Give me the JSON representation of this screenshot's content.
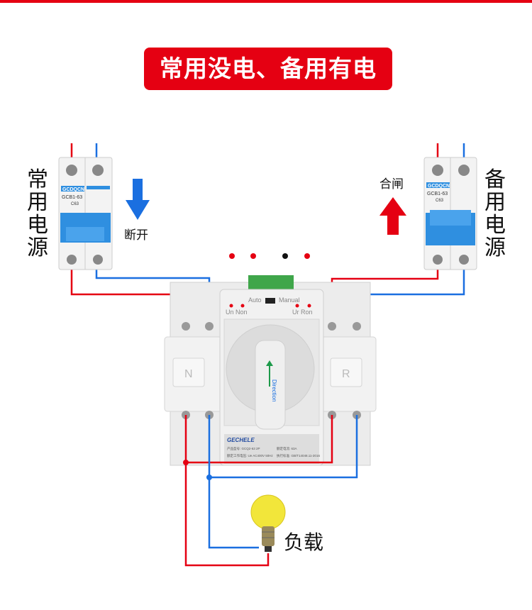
{
  "title": "常用没电、备用有电",
  "left_source": {
    "label": "常用电源",
    "action": "断开",
    "breaker_brand": "GCDQCN",
    "breaker_model": "GCB1-63",
    "breaker_rating": "C63"
  },
  "right_source": {
    "label": "备用电源",
    "action": "合闸",
    "breaker_brand": "GCDQCN",
    "breaker_model": "GCB1-63",
    "breaker_rating": "C63"
  },
  "ats": {
    "mode_auto": "Auto",
    "mode_manual": "Manual",
    "left_indicators": "Un Non",
    "right_indicators": "Ur Ron",
    "left_side_label": "N",
    "right_side_label": "R",
    "handle_label": "Direction",
    "brand": "GECHELE",
    "nameplate": [
      "产品型号: GCQ2-63 2P",
      "额定电流: 63A",
      "额定工作电压: Ue AC400V 50Hz",
      "执行标准: GB/T14048.11-2016"
    ]
  },
  "load_label": "负载",
  "colors": {
    "live": "#e50012",
    "neutral": "#1a6fe0",
    "breaker_blue": "#2f8fe0",
    "terminal_green": "#3fa64a"
  }
}
